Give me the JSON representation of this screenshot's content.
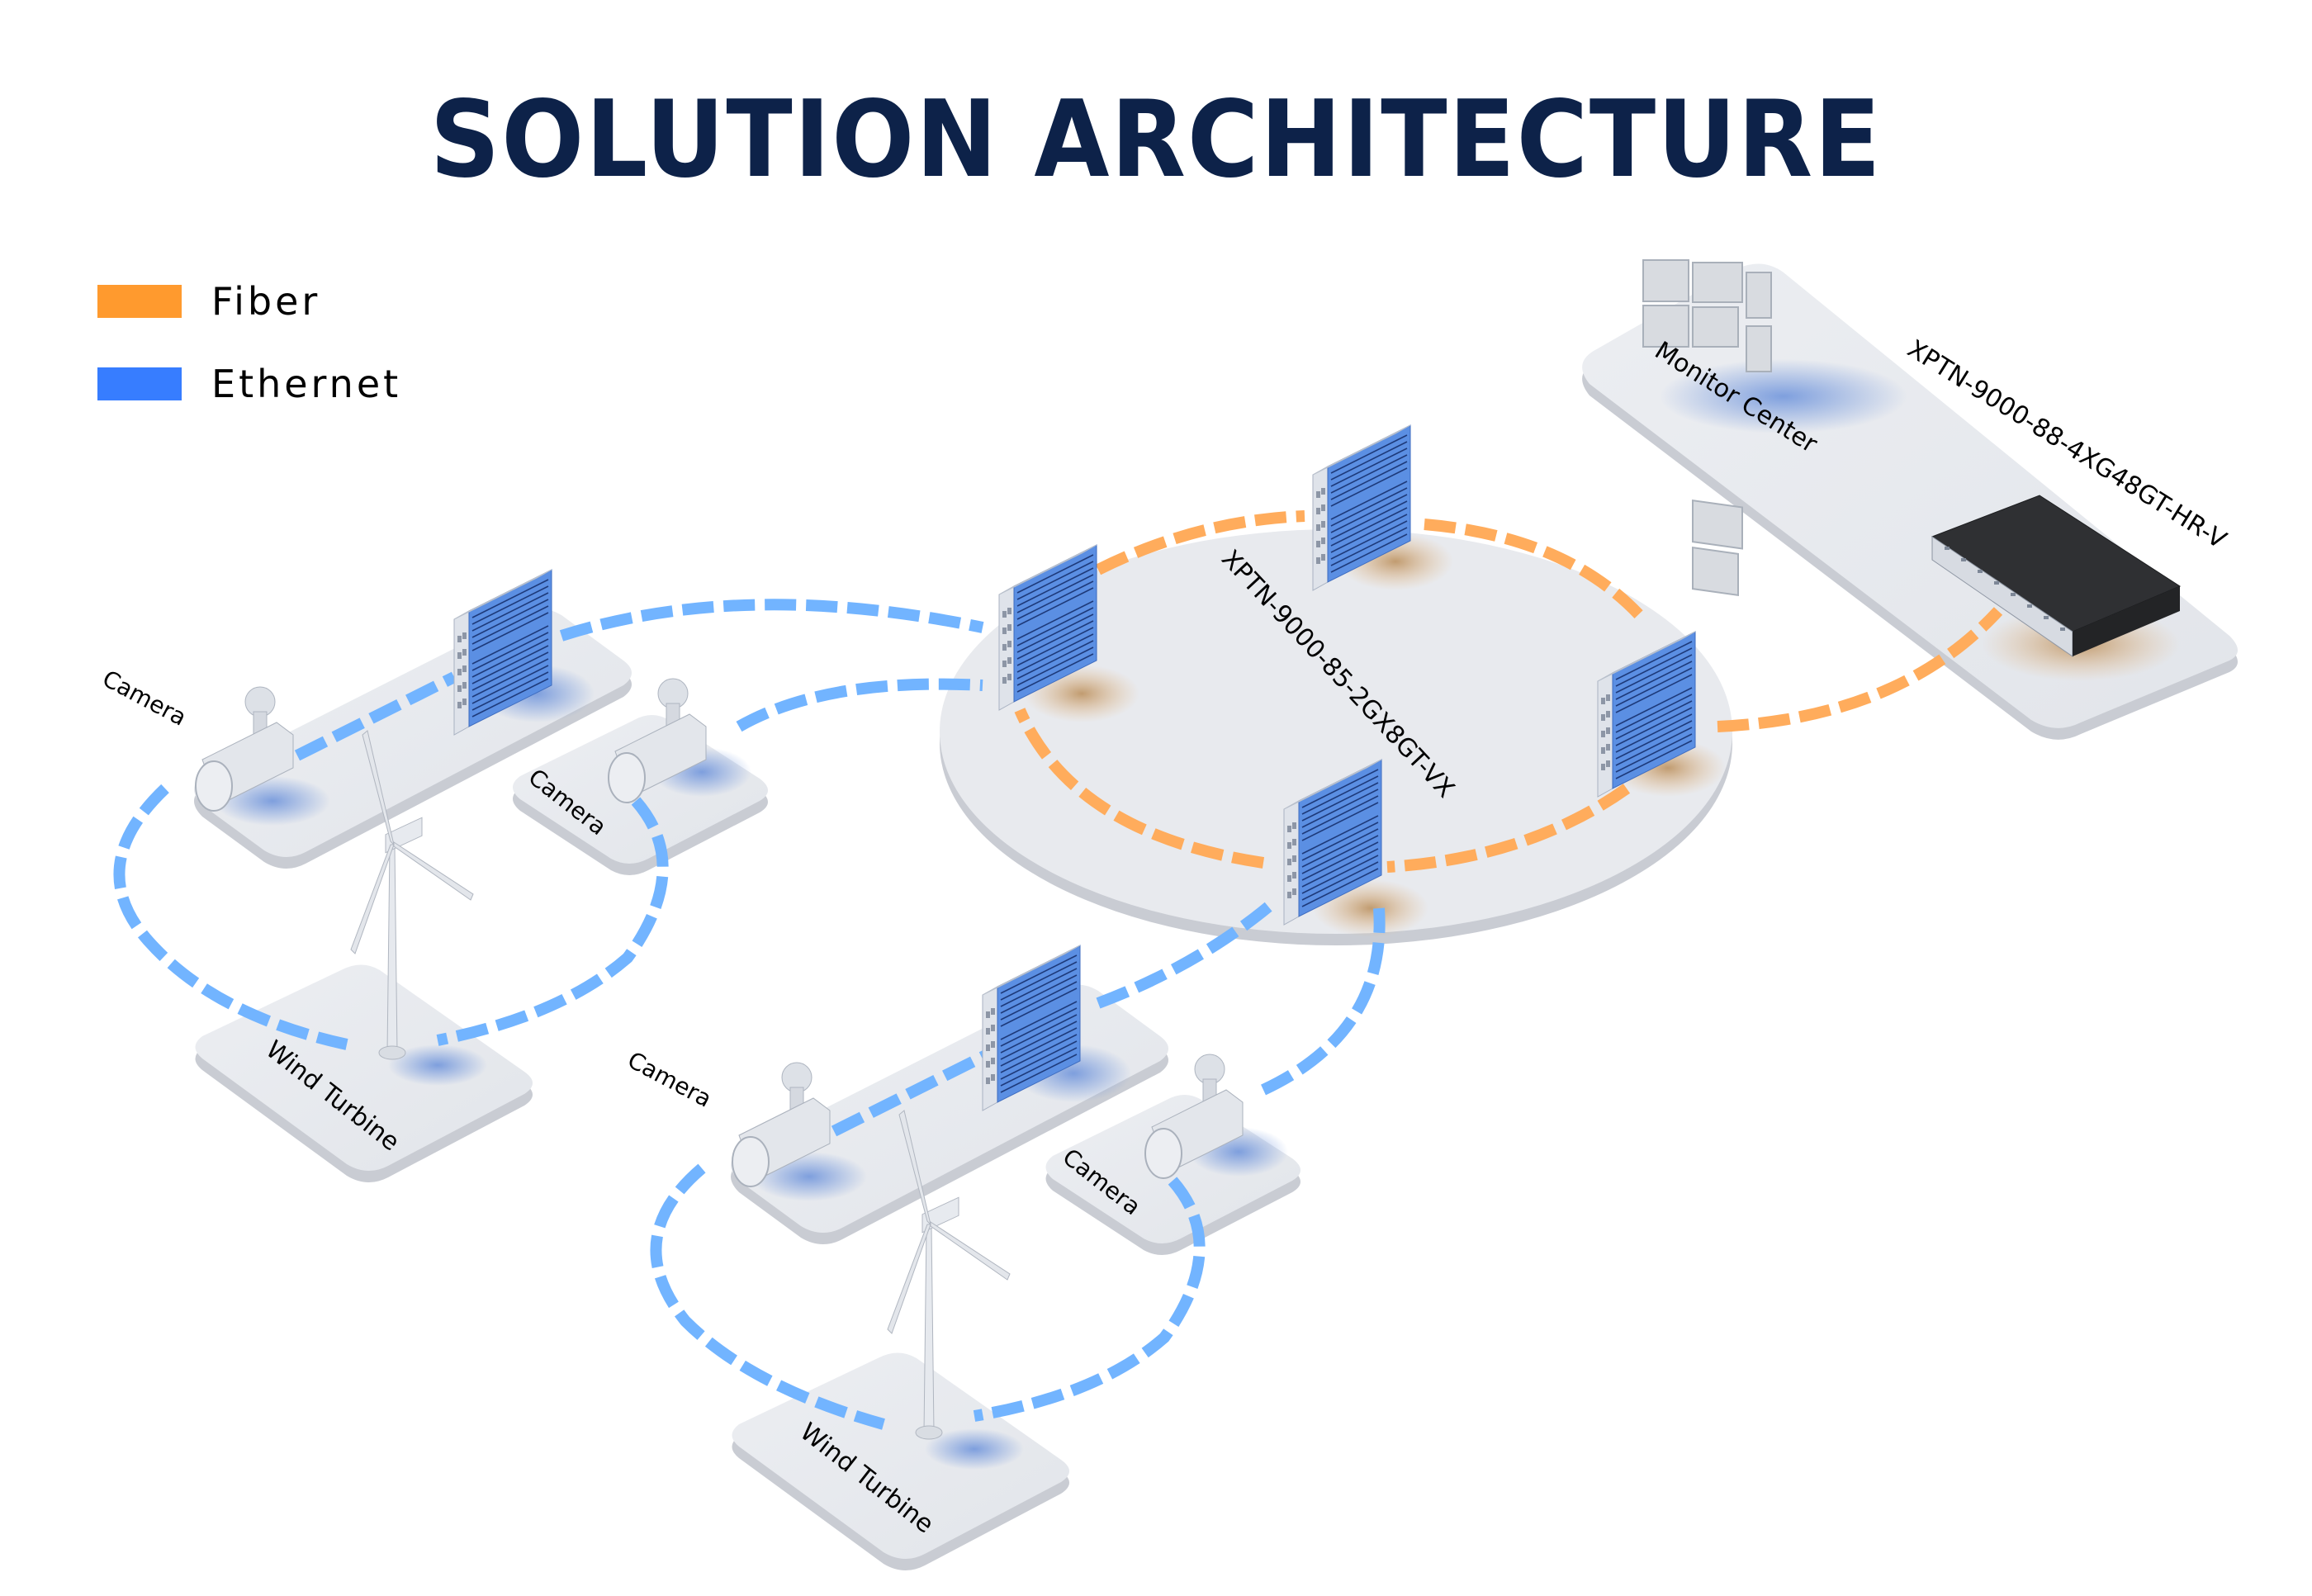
{
  "title": "SOLUTION ARCHITECTURE",
  "legend": {
    "items": [
      {
        "label": "Fiber",
        "color": "#ff9a2e"
      },
      {
        "label": "Ethernet",
        "color": "#377dff"
      }
    ]
  },
  "colors": {
    "title": "#0d2249",
    "fiber_link": "#ffac5c",
    "ethernet_link": "#72b4ff",
    "platform": "#e9ebef",
    "platform_side": "#c9ccd3",
    "switch_body": "#5b8fe3",
    "core_switch": "#2f3033"
  },
  "labels": {
    "ring_switch_model": "XPTN-9000-85-2GX8GT-VX",
    "core_switch_model": "XPTN-9000-88-4XG48GT-HR-V",
    "monitor_center": "Monitor Center",
    "camera": "Camera",
    "wind_turbine": "Wind Turbine"
  },
  "nodes": [
    {
      "id": "monitor-center",
      "label": "Monitor Center",
      "type": "monitor-wall"
    },
    {
      "id": "core-switch",
      "label": "XPTN-9000-88-4XG48GT-HR-V",
      "type": "rack-switch"
    },
    {
      "id": "ring-switch-1",
      "label": "XPTN-9000-85-2GX8GT-VX",
      "type": "din-switch"
    },
    {
      "id": "ring-switch-2",
      "label": "XPTN-9000-85-2GX8GT-VX",
      "type": "din-switch"
    },
    {
      "id": "ring-switch-3",
      "label": "XPTN-9000-85-2GX8GT-VX",
      "type": "din-switch"
    },
    {
      "id": "ring-switch-4",
      "label": "XPTN-9000-85-2GX8GT-VX",
      "type": "din-switch"
    },
    {
      "id": "site-a-switch",
      "type": "din-switch"
    },
    {
      "id": "site-a-camera-1",
      "label": "Camera",
      "type": "camera"
    },
    {
      "id": "site-a-camera-2",
      "label": "Camera",
      "type": "camera"
    },
    {
      "id": "site-a-turbine",
      "label": "Wind Turbine",
      "type": "wind-turbine"
    },
    {
      "id": "site-b-switch",
      "type": "din-switch"
    },
    {
      "id": "site-b-camera-1",
      "label": "Camera",
      "type": "camera"
    },
    {
      "id": "site-b-camera-2",
      "label": "Camera",
      "type": "camera"
    },
    {
      "id": "site-b-turbine",
      "label": "Wind Turbine",
      "type": "wind-turbine"
    }
  ],
  "links": [
    {
      "from": "ring-switch-1",
      "to": "ring-switch-2",
      "medium": "Fiber"
    },
    {
      "from": "ring-switch-2",
      "to": "ring-switch-3",
      "medium": "Fiber"
    },
    {
      "from": "ring-switch-3",
      "to": "ring-switch-4",
      "medium": "Fiber"
    },
    {
      "from": "ring-switch-4",
      "to": "ring-switch-1",
      "medium": "Fiber"
    },
    {
      "from": "ring-switch-3",
      "to": "core-switch",
      "medium": "Fiber"
    },
    {
      "from": "ring-switch-1",
      "to": "site-a-switch",
      "medium": "Ethernet"
    },
    {
      "from": "ring-switch-1",
      "to": "site-a-camera-2",
      "medium": "Ethernet"
    },
    {
      "from": "site-a-switch",
      "to": "site-a-camera-1",
      "medium": "Ethernet"
    },
    {
      "from": "site-a-camera-1",
      "to": "site-a-turbine",
      "medium": "Ethernet"
    },
    {
      "from": "site-a-camera-2",
      "to": "site-a-turbine",
      "medium": "Ethernet"
    },
    {
      "from": "ring-switch-4",
      "to": "site-b-switch",
      "medium": "Ethernet"
    },
    {
      "from": "ring-switch-4",
      "to": "site-b-camera-2",
      "medium": "Ethernet"
    },
    {
      "from": "site-b-switch",
      "to": "site-b-camera-1",
      "medium": "Ethernet"
    },
    {
      "from": "site-b-camera-1",
      "to": "site-b-turbine",
      "medium": "Ethernet"
    },
    {
      "from": "site-b-camera-2",
      "to": "site-b-turbine",
      "medium": "Ethernet"
    }
  ]
}
